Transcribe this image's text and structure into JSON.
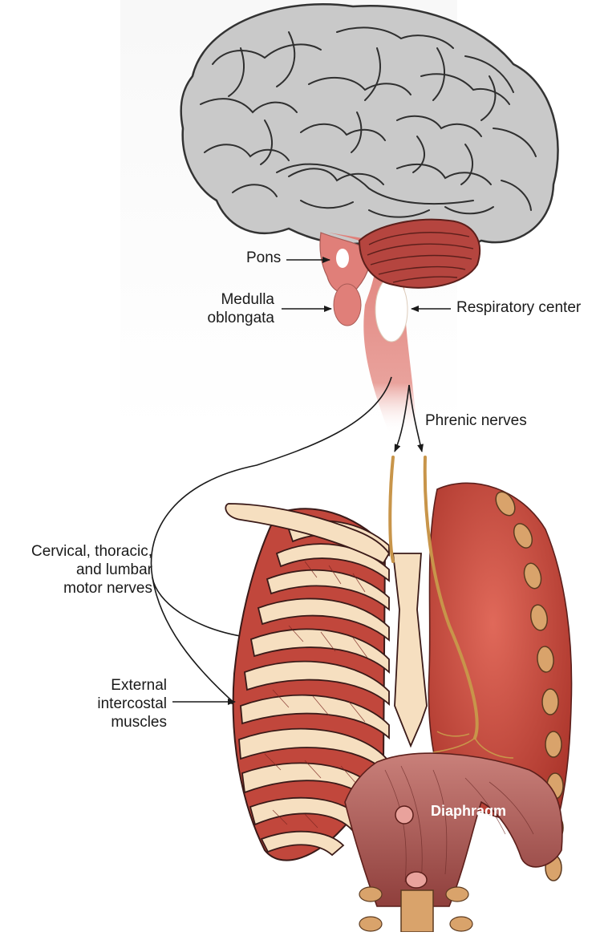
{
  "labels": {
    "pons": "Pons",
    "medulla_line1": "Medulla",
    "medulla_line2": "oblongata",
    "respiratory_center": "Respiratory center",
    "phrenic_nerves": "Phrenic nerves",
    "motor_nerves_line1": "Cervical, thoracic,",
    "motor_nerves_line2": "and lumbar",
    "motor_nerves_line3": "motor nerves",
    "intercostal_line1": "External",
    "intercostal_line2": "intercostal",
    "intercostal_line3": "muscles",
    "diaphragm": "Diaphragm"
  },
  "colors": {
    "brain": "#c9c9c9",
    "brain_outline": "#333333",
    "brainstem": "#e07f79",
    "cerebellum": "#b5453f",
    "muscle": "#c1473c",
    "rib": "#f6dfc0",
    "lung": "#cf4a3e",
    "nerve": "#c8954a",
    "diaphragm": "#b46a66",
    "vertebra": "#d9a36b"
  },
  "icons": [
    "arrow-icon"
  ]
}
